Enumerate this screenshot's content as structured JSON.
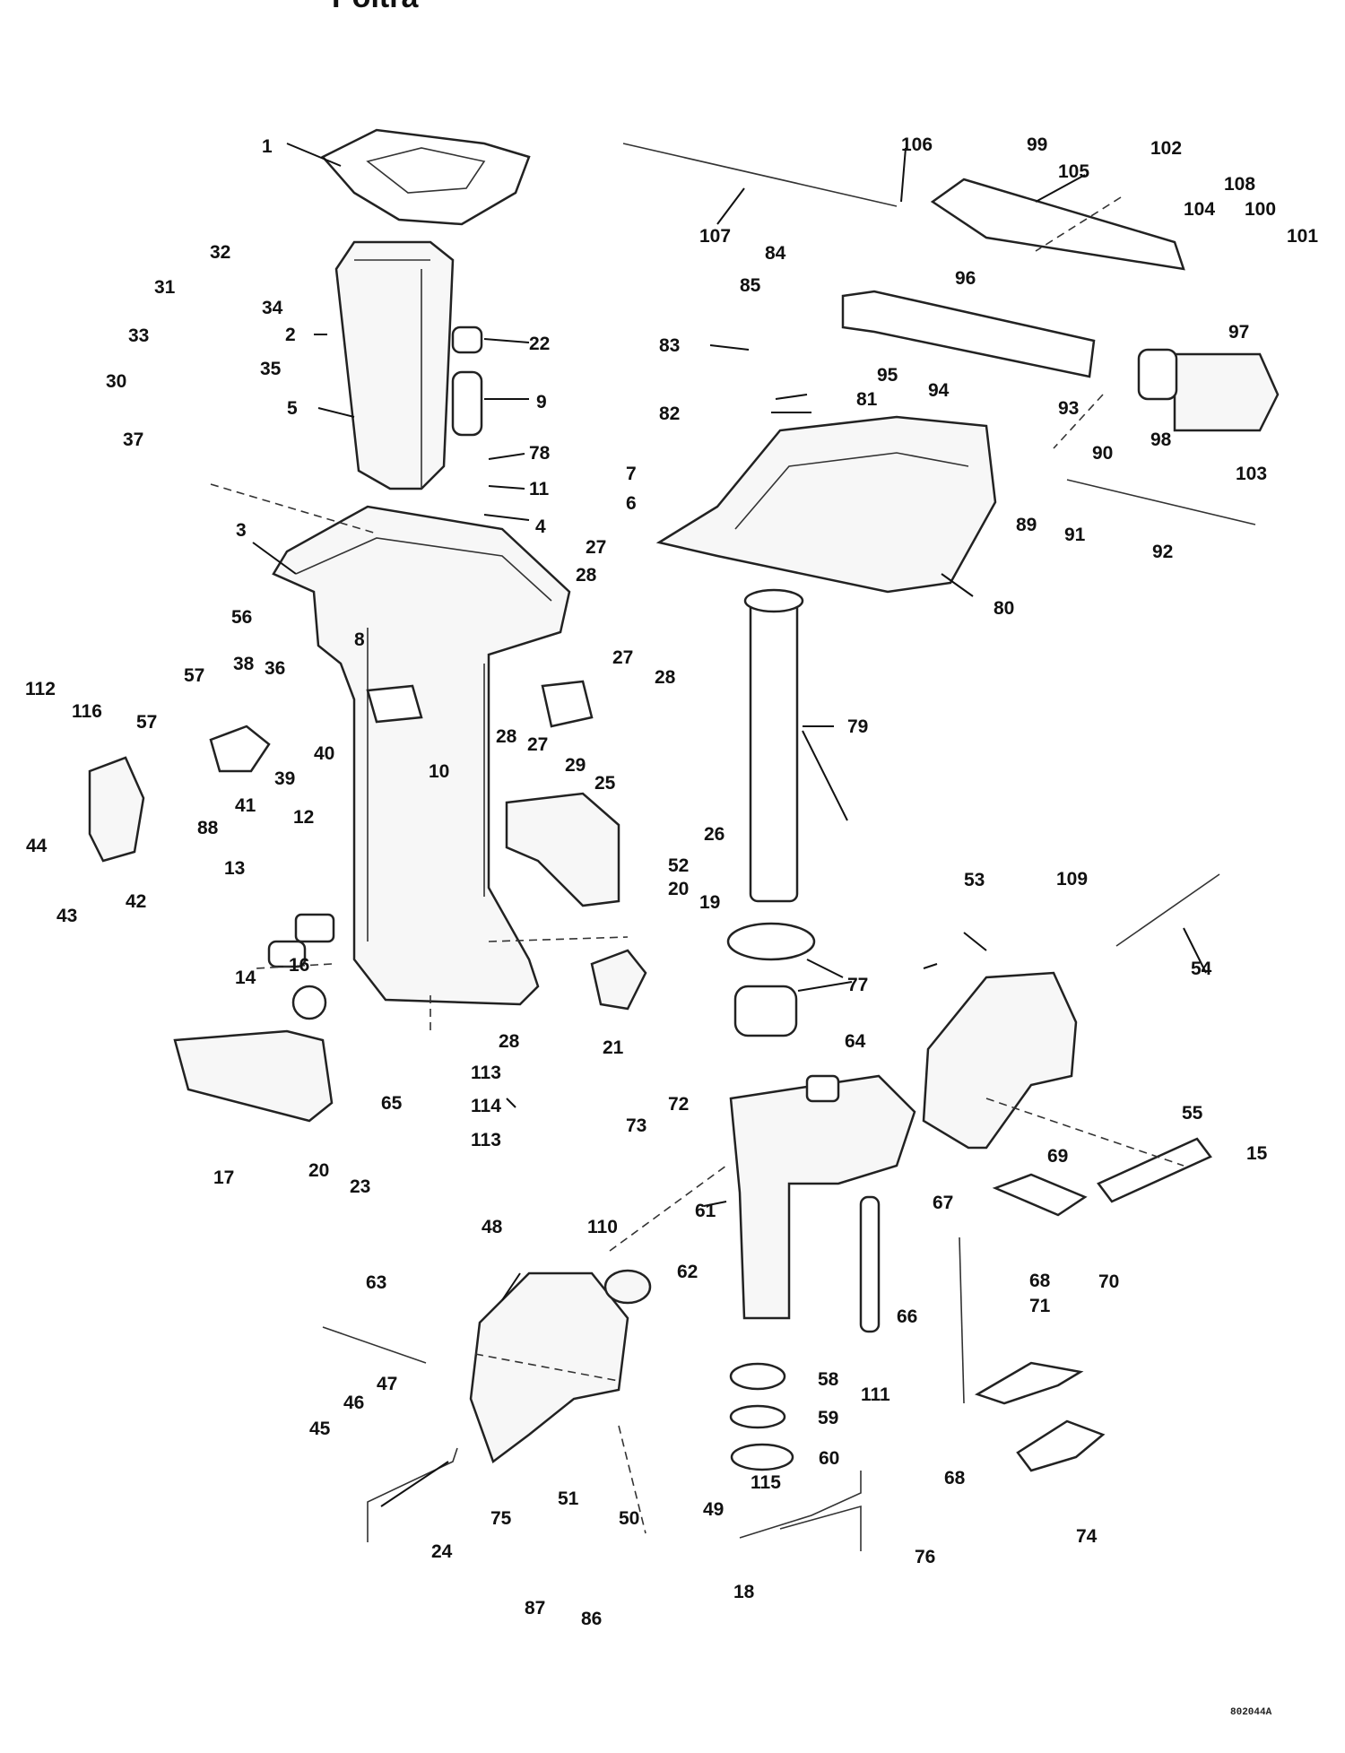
{
  "header_fragment": "Poltra",
  "figure_code": "802044A",
  "callouts": [
    "1",
    "2",
    "3",
    "4",
    "5",
    "6",
    "7",
    "8",
    "9",
    "10",
    "11",
    "12",
    "13",
    "14",
    "15",
    "16",
    "17",
    "18",
    "19",
    "20",
    "20",
    "21",
    "22",
    "23",
    "24",
    "25",
    "26",
    "27",
    "27",
    "27",
    "28",
    "28",
    "28",
    "28",
    "29",
    "30",
    "31",
    "32",
    "33",
    "34",
    "35",
    "36",
    "37",
    "38",
    "39",
    "40",
    "41",
    "42",
    "43",
    "44",
    "45",
    "46",
    "47",
    "48",
    "49",
    "50",
    "51",
    "52",
    "53",
    "54",
    "55",
    "56",
    "57",
    "57",
    "58",
    "59",
    "60",
    "61",
    "62",
    "63",
    "64",
    "65",
    "66",
    "67",
    "68",
    "68",
    "69",
    "70",
    "71",
    "72",
    "73",
    "74",
    "75",
    "76",
    "77",
    "78",
    "79",
    "80",
    "81",
    "82",
    "83",
    "84",
    "85",
    "86",
    "87",
    "88",
    "89",
    "90",
    "91",
    "92",
    "93",
    "94",
    "95",
    "96",
    "97",
    "98",
    "99",
    "100",
    "101",
    "102",
    "103",
    "104",
    "105",
    "106",
    "107",
    "108",
    "109",
    "110",
    "111",
    "112",
    "113",
    "113",
    "114",
    "115",
    "116"
  ]
}
